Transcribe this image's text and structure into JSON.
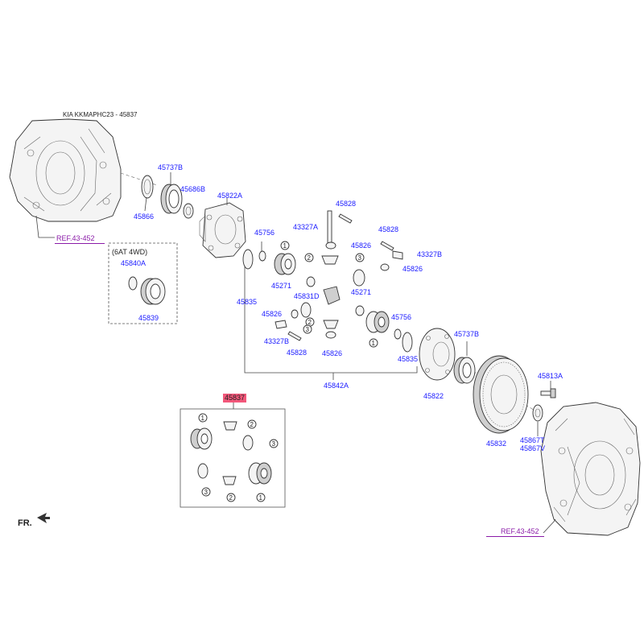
{
  "header": {
    "title": "KIA KKMAPHC23 - 45837"
  },
  "refs": {
    "left": "REF.43-452",
    "right": "REF.43-452"
  },
  "option_box": {
    "label": "(6AT 4WD)"
  },
  "highlight": "45837",
  "fr_label": "FR.",
  "callouts": {
    "c1": "1",
    "c2": "2",
    "c3": "3"
  },
  "labels": {
    "p45737b_top": "45737B",
    "p45686b": "45686B",
    "p45866": "45866",
    "p45822a": "45822A",
    "p45840a": "45840A",
    "p45839": "45839",
    "p45828_top": "45828",
    "p43327a": "43327A",
    "p45826_top": "45826",
    "p45828_right": "45828",
    "p43327b_right": "43327B",
    "p45826_right": "45826",
    "p45756_left": "45756",
    "p45271_left": "45271",
    "p45831d": "45831D",
    "p45271_right": "45271",
    "p45835_left": "45835",
    "p45826_mid": "45826",
    "p43327b_left": "43327B",
    "p45828_bottom": "45828",
    "p45826_bottom": "45826",
    "p45756_right": "45756",
    "p45835_right": "45835",
    "p45842a": "45842A",
    "p45737b_right": "45737B",
    "p45822": "45822",
    "p45832": "45832",
    "p45813a": "45813A",
    "p45867t": "45867T",
    "p45867v": "45867V"
  }
}
